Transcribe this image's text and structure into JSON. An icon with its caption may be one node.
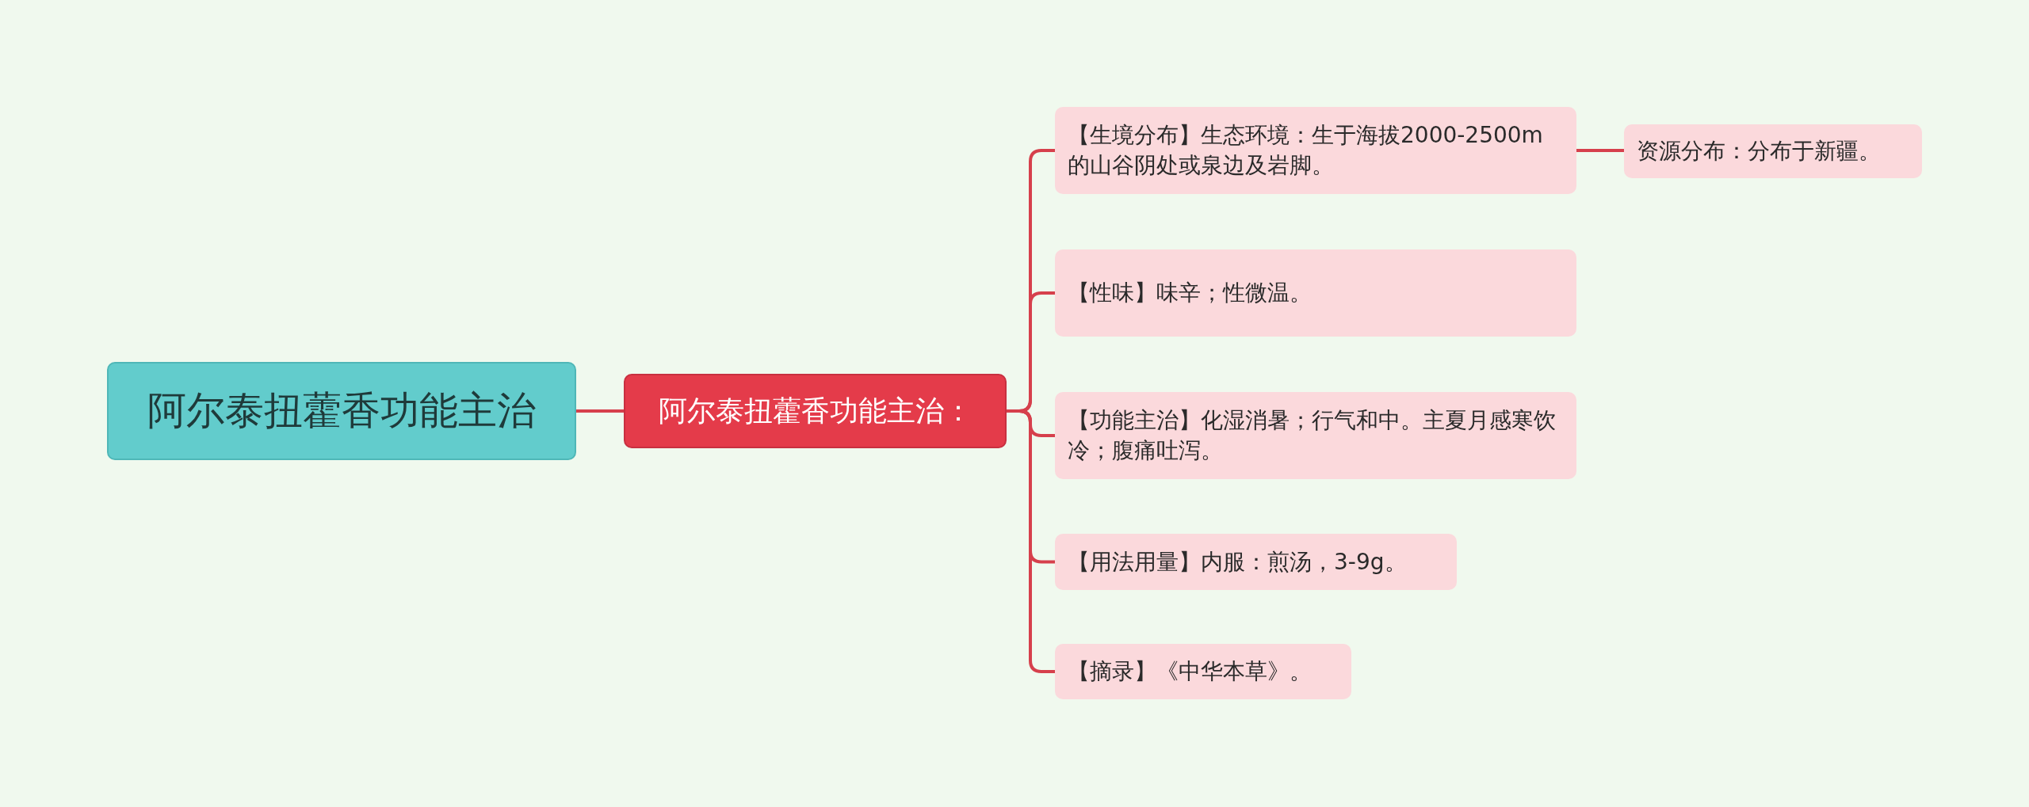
{
  "diagram": {
    "nodes": [
      {
        "text": [
          "阿尔泰扭藿香功能主治"
        ]
      },
      {
        "text": [
          "阿尔泰扭藿香功能主治："
        ]
      },
      {
        "text": [
          "【生境分布】生态环境：生于海拔2000-2500m的山谷阴处或泉边及岩脚。"
        ]
      },
      {
        "text": [
          "【性味】味辛；性微温。"
        ]
      },
      {
        "text": [
          "【功能主治】化湿消暑；行气和中。主夏月感寒饮冷；腹痛吐泻。"
        ]
      },
      {
        "text": [
          "【用法用量】内服：煎汤，3-9g。"
        ]
      },
      {
        "text": [
          "【摘录】《中华本草》。"
        ]
      },
      {
        "text": [
          "资源分布：分布于新疆。"
        ]
      }
    ],
    "edges": [
      {
        "from": 0,
        "to": 1,
        "arrow": "none"
      },
      {
        "from": 1,
        "to": 2,
        "arrow": "none"
      },
      {
        "from": 1,
        "to": 3,
        "arrow": "none"
      },
      {
        "from": 1,
        "to": 4,
        "arrow": "none"
      },
      {
        "from": 1,
        "to": 5,
        "arrow": "none"
      },
      {
        "from": 1,
        "to": 6,
        "arrow": "none"
      },
      {
        "from": 2,
        "to": 7,
        "arrow": "none"
      }
    ]
  }
}
